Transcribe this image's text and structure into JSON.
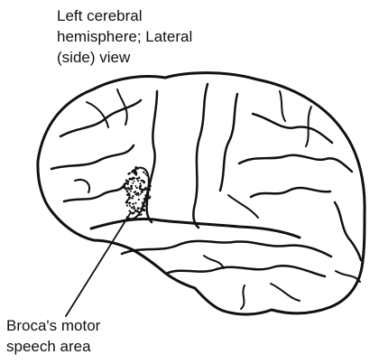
{
  "diagram": {
    "title_lines": [
      "Left cerebral",
      "hemisphere; Lateral",
      "(side) view"
    ],
    "callout_lines": [
      "Broca's motor",
      "speech area"
    ],
    "colors": {
      "ink": "#111111",
      "background": "#ffffff"
    },
    "icons": [
      "brain-illustration",
      "stipple-region"
    ]
  }
}
